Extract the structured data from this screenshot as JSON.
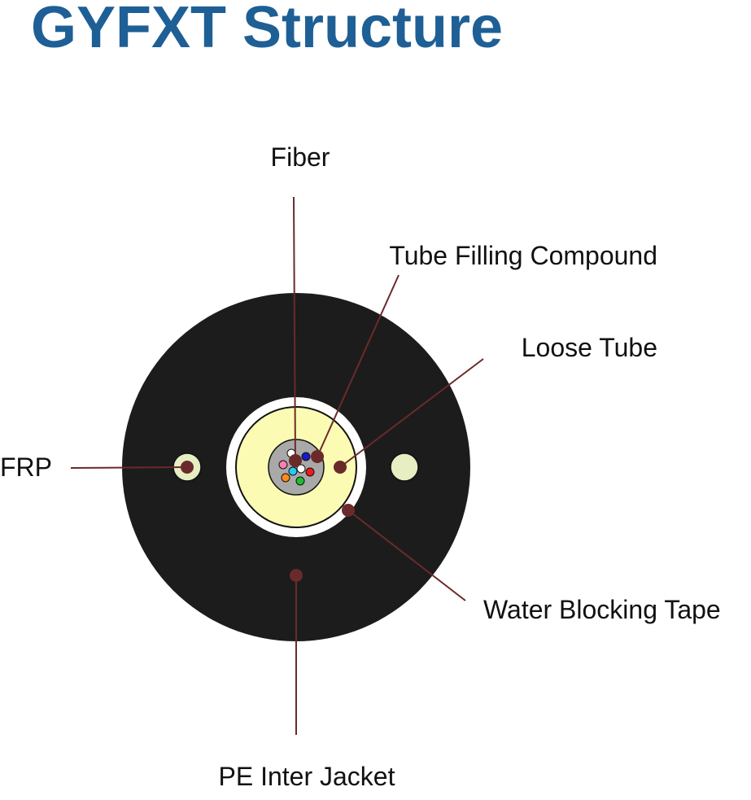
{
  "title": "GYFXT Structure",
  "colors": {
    "title": "#1e5f96",
    "jacket": "#1c1c1c",
    "water_blocking_tape": "#ffffff",
    "loose_tube": "#fbfbb3",
    "tube_filling_compound": "#a9a9a9",
    "frp": "#e6eec2",
    "leader": "#6b2a2a"
  },
  "fiber_colors": [
    "#ffffff",
    "#1a1ac8",
    "#ff7fb0",
    "#22ccee",
    "#ffffff",
    "#ee1c1c",
    "#ff8a1a",
    "#22bb33"
  ],
  "labels": {
    "fiber": "Fiber",
    "tube_filling_compound": "Tube Filling Compound",
    "loose_tube": "Loose Tube",
    "frp": "FRP",
    "water_blocking_tape": "Water Blocking Tape",
    "pe_jacket": "PE Inter Jacket"
  }
}
